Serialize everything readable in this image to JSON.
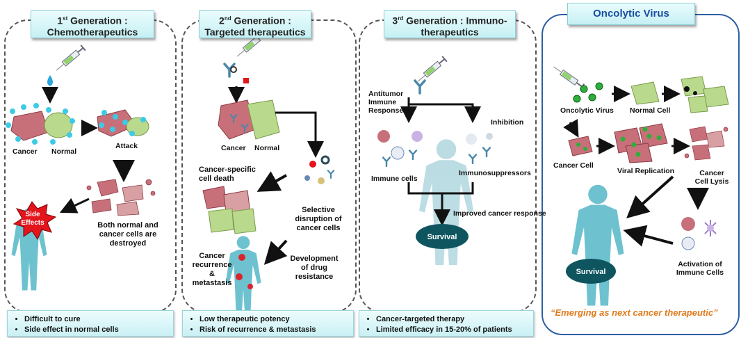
{
  "panels": [
    {
      "title_sup": "st",
      "title_pre": "1",
      "title_line1_rest": " Generation :",
      "title_line2": "Chemotherapeutics",
      "labels": {
        "cancer": "Cancer",
        "normal": "Normal",
        "attack": "Attack",
        "side_effects": "Side Effects",
        "destroyed": "Both normal and cancer cells are destroyed"
      },
      "notes": [
        "Difficult to cure",
        "Side effect in normal  cells"
      ]
    },
    {
      "title_sup": "nd",
      "title_pre": "2",
      "title_line1_rest": " Generation :",
      "title_line2": "Targeted therapeutics",
      "labels": {
        "cancer": "Cancer",
        "normal": "Normal",
        "cell_death": "Cancer-specific cell death",
        "selective": "Selective disruption of cancer cells",
        "recurrence": "Cancer recurrence & metastasis",
        "resistance": "Development of drug resistance"
      },
      "notes": [
        "Low therapeutic  potency",
        "Risk of recurrence  & metastasis"
      ]
    },
    {
      "title_sup": "rd",
      "title_pre": "3",
      "title_line1_rest": " Generation : Immuno-",
      "title_line2": "therapeutics",
      "labels": {
        "antitumor": "Antitumor Immune Response",
        "inhibition": "Inhibition",
        "immune_cells": "Immune cells",
        "immunosuppressors": "Immunosuppressors",
        "improved": "Improved cancer response",
        "survival": "Survival"
      },
      "notes": [
        "Cancer-targeted therapy",
        "Limited efficacy in 15-20% of patients"
      ]
    },
    {
      "title": "Oncolytic Virus",
      "labels": {
        "oncolytic_virus": "Oncolytic Virus",
        "normal_cell": "Normal Cell",
        "cancer_cell": "Cancer Cell",
        "viral_replication": "Viral Replication",
        "lysis": "Cancer Cell Lysis",
        "activation": "Activation of Immune Cells",
        "survival": "Survival"
      },
      "tagline": "“Emerging as next cancer therapeutic”"
    }
  ],
  "colors": {
    "title_bg": "#c6f0f4",
    "oncolytic_title": "#1a4fa0",
    "tagline": "#e07a1c",
    "survival_fill": "#0e5560",
    "human_fill": "#6ec2cf",
    "cancer_cell": "#c8707a",
    "normal_cell": "#b9d98c",
    "side_effect_burst": "#e3141c"
  },
  "icons": [
    "syringe-icon",
    "droplet-icon",
    "antibody-icon",
    "virus-icon",
    "human-body-icon",
    "cancer-cell-icon",
    "normal-cell-icon",
    "immune-cell-icon",
    "side-effects-burst-icon",
    "arrow-icon"
  ]
}
